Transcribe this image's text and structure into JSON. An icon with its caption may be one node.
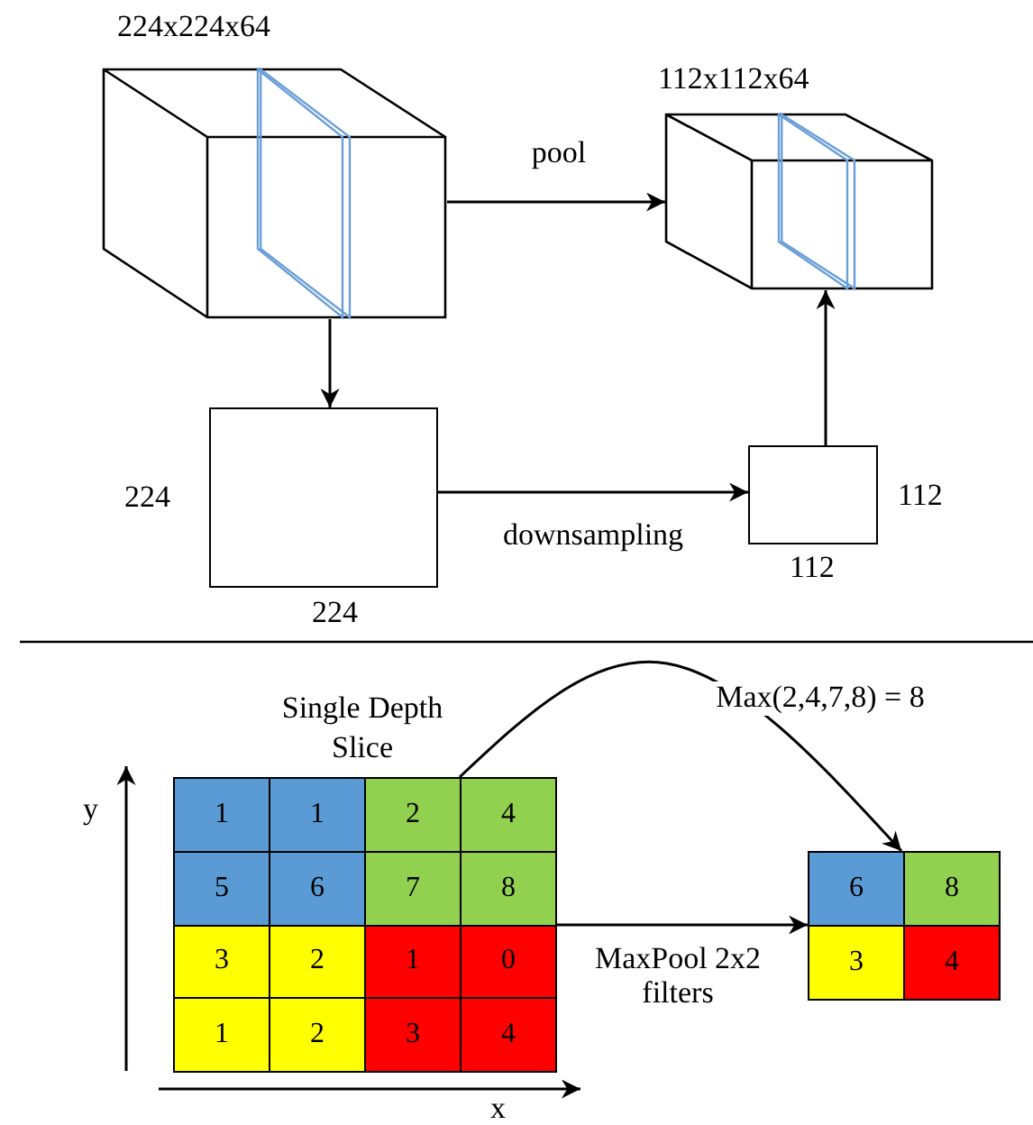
{
  "diagram": {
    "nodes": [
      {
        "text": [
          "224x224x64"
        ]
      },
      {
        "text": [
          "112x112x64"
        ]
      },
      {
        "text": [],
        "shape": "box",
        "beside": [
          "224",
          "224"
        ]
      },
      {
        "text": [],
        "shape": "box",
        "beside": [
          "112",
          "112"
        ]
      },
      {
        "text": [
          "Single Depth Slice",
          "1",
          "1",
          "2",
          "4",
          "5",
          "6",
          "7",
          "8",
          "3",
          "2",
          "1",
          "0",
          "1",
          "2",
          "3",
          "4"
        ]
      },
      {
        "text": [
          "6",
          "8",
          "3",
          "4"
        ]
      }
    ],
    "edges": [
      {
        "from": 0,
        "to": 1,
        "arrow": "to",
        "label": "pool"
      },
      {
        "from": 0,
        "to": 2,
        "arrow": "to"
      },
      {
        "from": 2,
        "to": 3,
        "arrow": "to",
        "label": "downsampling"
      },
      {
        "from": 3,
        "to": 1,
        "arrow": "to"
      },
      {
        "from": 4,
        "to": 5,
        "arrow": "to",
        "label": "MaxPool 2x2 filters"
      },
      {
        "from": 4,
        "to": 5,
        "arrow": "to",
        "label": "Max(2,4,7,8) = 8"
      }
    ],
    "labels": [
      "y",
      "x"
    ]
  }
}
